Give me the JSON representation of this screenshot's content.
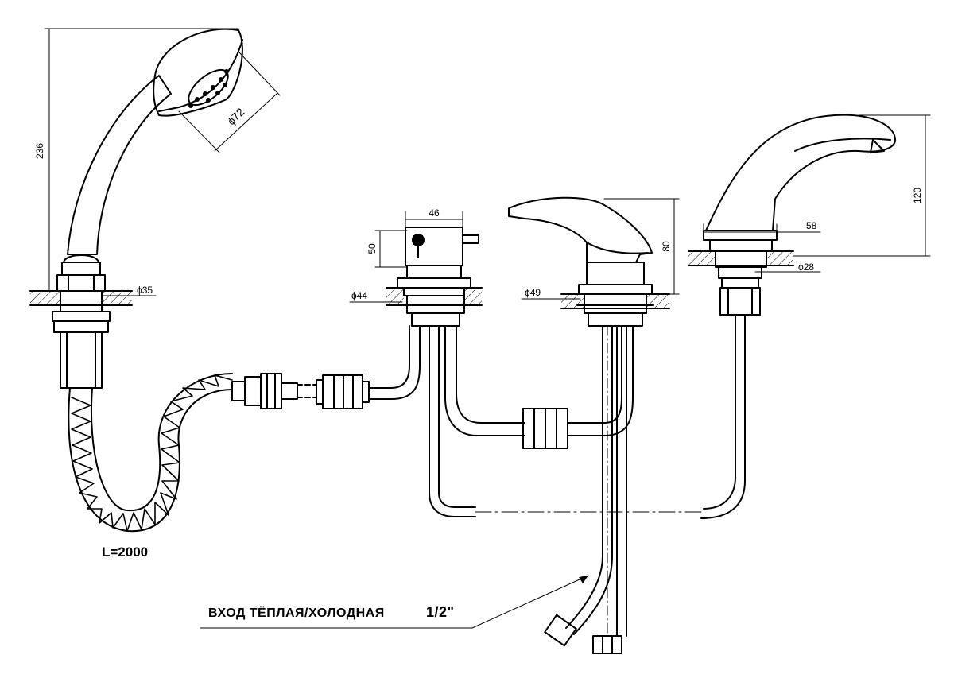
{
  "drawing": {
    "dimensions": {
      "shower_height": "236",
      "shower_head_diameter": "ϕ72",
      "shower_hole": "ϕ35",
      "diverter_width": "46",
      "diverter_height": "50",
      "diverter_hole": "ϕ44",
      "mixer_height": "80",
      "mixer_hole": "ϕ49",
      "spout_height": "120",
      "spout_reach": "58",
      "spout_hole": "ϕ28"
    },
    "hose_length": "L=2000",
    "inlet": {
      "label": "ВХОД ТЁПЛАЯ/ХОЛОДНАЯ",
      "size": "1/2\""
    }
  }
}
